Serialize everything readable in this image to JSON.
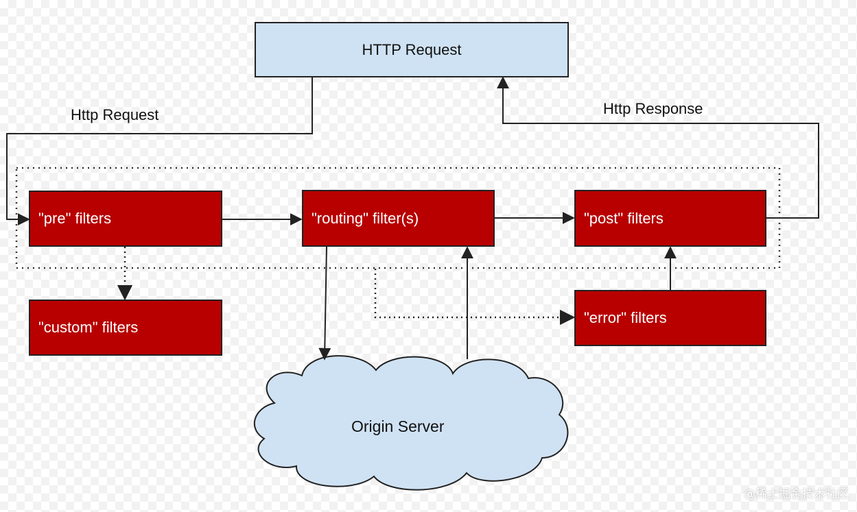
{
  "nodes": {
    "http_request": "HTTP Request",
    "pre": "\"pre\" filters",
    "routing": "\"routing\" filter(s)",
    "post": "\"post\" filters",
    "custom": "\"custom\" filters",
    "error": "\"error\" filters",
    "origin": "Origin Server"
  },
  "edge_labels": {
    "http_request": "Http Request",
    "http_response": "Http Response"
  },
  "watermark": "@稀土掘金技术社区",
  "colors": {
    "filter_fill": "#b80000",
    "request_fill": "#cfe2f3",
    "cloud_fill": "#cfe2f3",
    "line": "#222222"
  }
}
